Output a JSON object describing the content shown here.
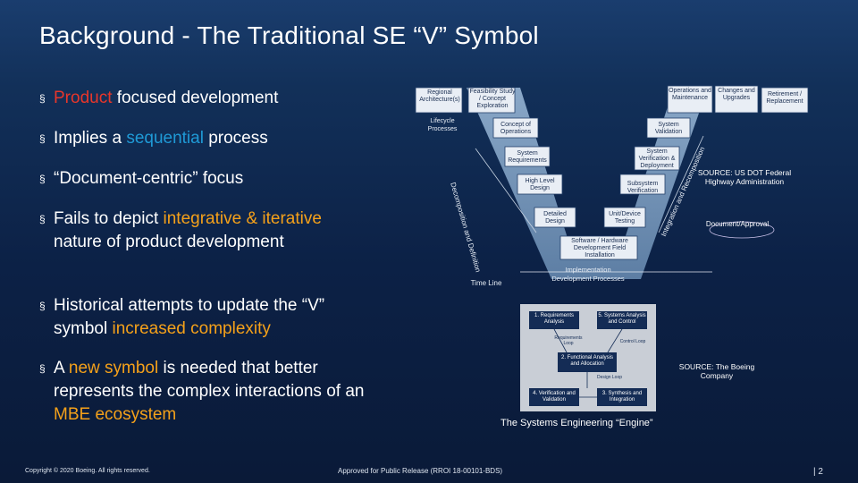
{
  "slide": {
    "title": "Background - The Traditional SE “V” Symbol",
    "bullets": [
      {
        "mark": "§",
        "runs": [
          {
            "t": "Product",
            "c": "red"
          },
          {
            "t": " focused development"
          }
        ]
      },
      {
        "mark": "§",
        "runs": [
          {
            "t": "Implies a "
          },
          {
            "t": "sequential",
            "c": "blue"
          },
          {
            "t": " process"
          }
        ]
      },
      {
        "mark": "§",
        "runs": [
          {
            "t": "“Document-centric” focus"
          }
        ]
      },
      {
        "mark": "§",
        "runs": [
          {
            "t": "Fails to depict "
          },
          {
            "t": "integrative &",
            "c": "orange"
          },
          {
            "t": " "
          },
          {
            "t": "iterative",
            "c": "orange"
          },
          {
            "t": " nature of product development"
          }
        ]
      },
      {
        "mark": "§",
        "runs": [
          {
            "t": "Historical attempts to update the “V” symbol "
          },
          {
            "t": "increased complexity",
            "c": "orange"
          }
        ]
      },
      {
        "mark": "§",
        "runs": [
          {
            "t": "A "
          },
          {
            "t": "new symbol",
            "c": "orange"
          },
          {
            "t": " is needed that better represents the complex interactions of an "
          },
          {
            "t": "MBE ecosystem",
            "c": "orange"
          }
        ]
      }
    ],
    "v_diagram": {
      "boxes": [
        "Regional Architecture(s)",
        "Feasibility Study / Concept Exploration",
        "Concept of Operations",
        "System Requirements",
        "High Level Design",
        "Detailed Design",
        "Software / Hardware Development Field Installation",
        "Unit/Device Testing",
        "Subsystem Verification",
        "System Verification & Deployment",
        "System Validation",
        "Operations and Maintenance",
        "Changes and Upgrades",
        "Retirement / Replacement"
      ],
      "lifecycle_label": "Lifecycle Processes",
      "left_arm_label": "Decomposition and Definition",
      "right_arm_label": "Integration and Recomposition",
      "time_line_label": "Time Line",
      "implementation_label": "Implementation Development Processes",
      "doc_approval_label": "Document/Approval",
      "source_label": "SOURCE: US DOT Federal Highway Administration"
    },
    "engine": {
      "boxes": [
        "1. Requirements Analysis",
        "5. Systems Analysis and Control",
        "Requirements Loop",
        "Control Loop",
        "2. Functional Analysis and Allocation",
        "Design Loop",
        "4. Verification and Validation",
        "3. Synthesis and Integration"
      ],
      "caption": "The Systems Engineering “Engine”",
      "source_label": "SOURCE: The Boeing Company"
    },
    "footer": {
      "copyright": "Copyright © 2020 Boeing. All rights reserved.",
      "approval": "Approved for Public Release (RROI 18-00101-BDS)",
      "page": "| 2"
    }
  }
}
